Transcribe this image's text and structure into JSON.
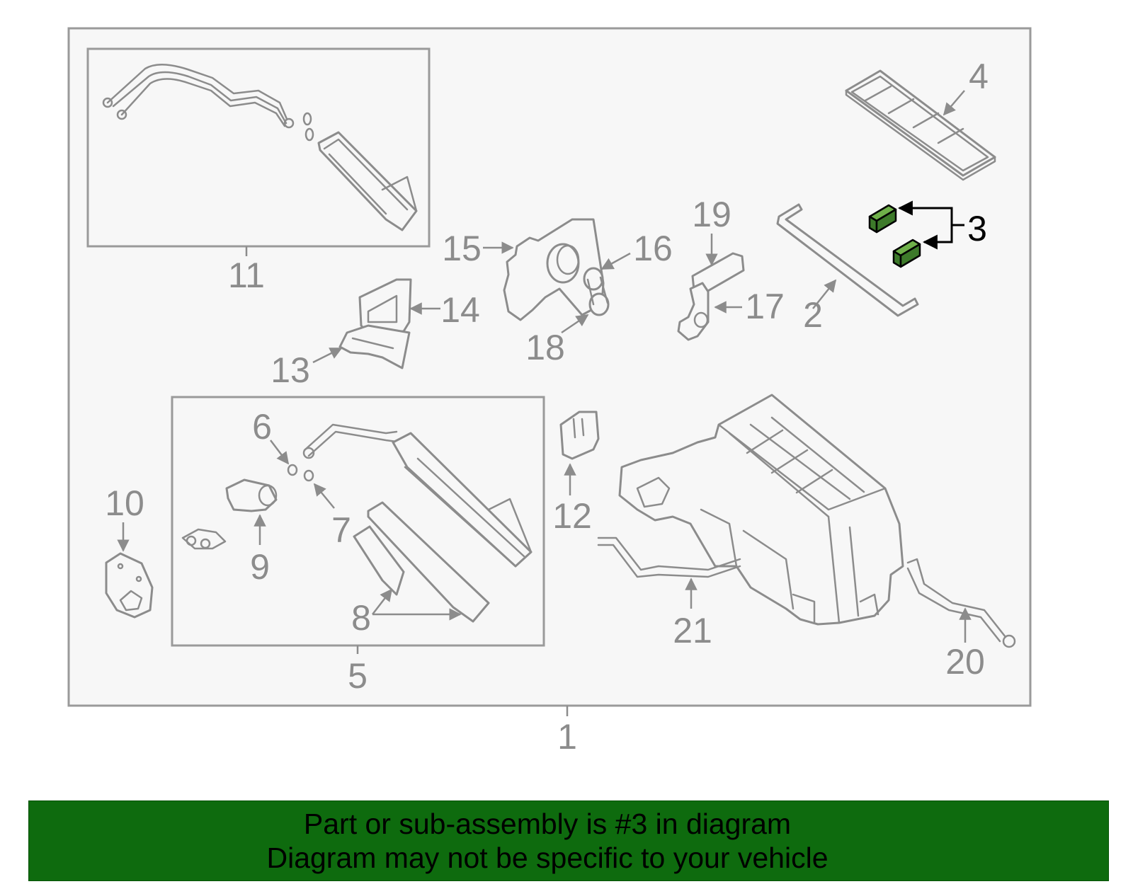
{
  "diagram": {
    "callouts": {
      "c1": "1",
      "c2": "2",
      "c3": "3",
      "c4": "4",
      "c5": "5",
      "c6": "6",
      "c7": "7",
      "c8": "8",
      "c9": "9",
      "c10": "10",
      "c11": "11",
      "c12": "12",
      "c13": "13",
      "c14": "14",
      "c15": "15",
      "c16": "16",
      "c17": "17",
      "c18": "18",
      "c19": "19",
      "c20": "20",
      "c21": "21"
    },
    "highlighted_part": "3",
    "highlight_color": "#3d7a2a"
  },
  "footer": {
    "line1": "Part or sub-assembly is #3 in diagram",
    "line2": "Diagram may not be specific to your vehicle",
    "background_color": "#0e6b0e"
  }
}
